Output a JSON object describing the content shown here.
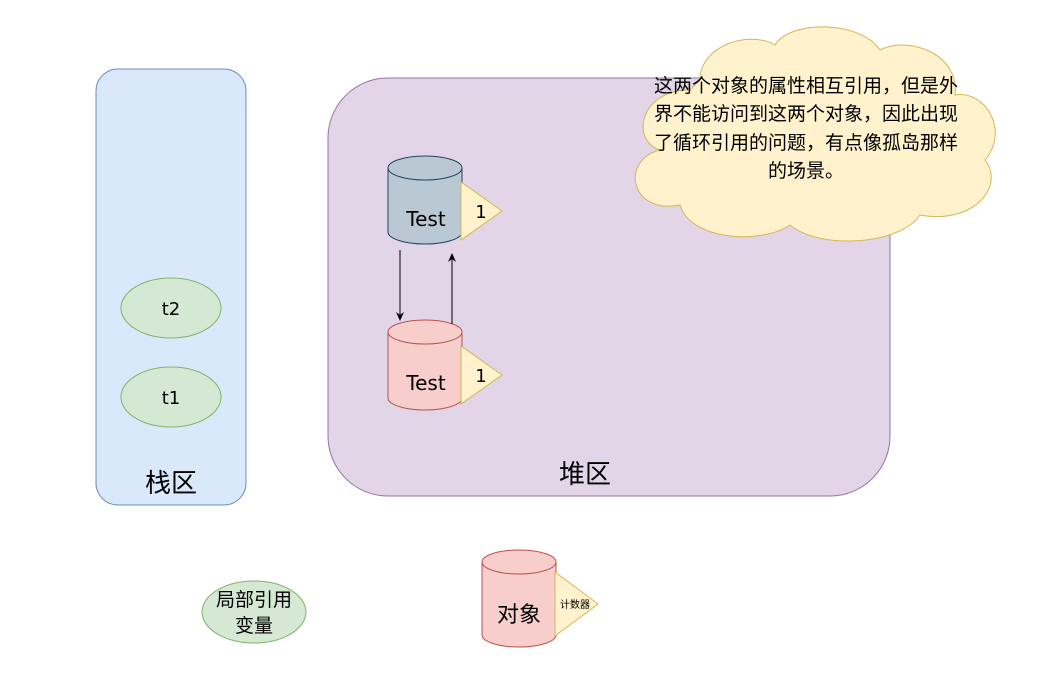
{
  "diagram": {
    "stack": {
      "label": "栈区",
      "fill": "#dae8fc",
      "stroke": "#6c8ebf"
    },
    "heap": {
      "label": "堆区",
      "fill": "#e1d5e7",
      "stroke": "#9673a6"
    },
    "variables": {
      "t2": "t2",
      "t1": "t1",
      "fill": "#d5e8d4",
      "stroke": "#82b366"
    },
    "objects": {
      "top": {
        "label": "Test",
        "counter": "1",
        "fill": "#bac8d3",
        "stroke": "#23445d"
      },
      "bottom": {
        "label": "Test",
        "counter": "1",
        "fill": "#f8cecc",
        "stroke": "#b85450"
      },
      "counter_fill": "#fff2cc",
      "counter_stroke": "#d6b656"
    },
    "note": {
      "lines": [
        "这两个对象的属性相互引用，但是外",
        "界不能访问到这两个对象，因此出现",
        "了循环引用的问题，有点像孤岛那样",
        "的场景。"
      ],
      "fill": "#fff2cc",
      "stroke": "#d6b656"
    },
    "legend": {
      "local_var": {
        "line1": "局部引用",
        "line2": "变量"
      },
      "object": {
        "label": "对象",
        "counter": "计数器"
      }
    }
  }
}
